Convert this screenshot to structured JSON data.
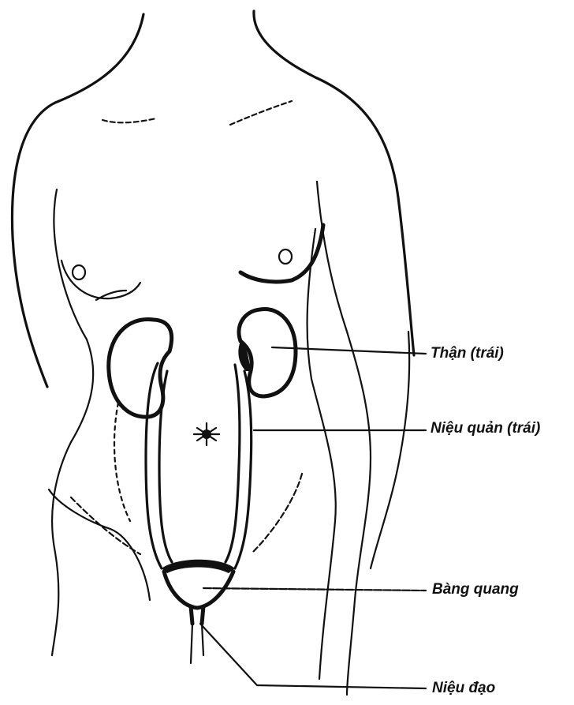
{
  "labels": {
    "kidney": "Thận (trái)",
    "ureter": "Niệu quản (trái)",
    "bladder": "Bàng quang",
    "urethra": "Niệu đạo"
  }
}
